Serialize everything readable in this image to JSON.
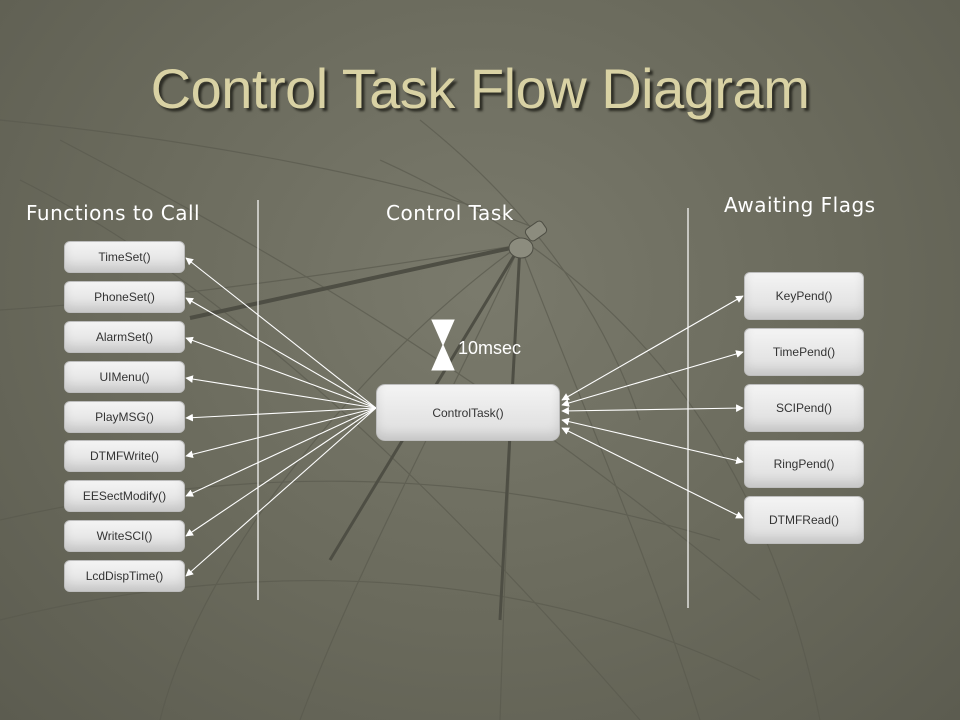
{
  "title": "Control Task Flow Diagram",
  "headings": {
    "functions": "Functions to Call",
    "control": "Control Task",
    "flags": "Awaiting Flags"
  },
  "functions": [
    "TimeSet()",
    "PhoneSet()",
    "AlarmSet()",
    "UIMenu()",
    "PlayMSG()",
    "DTMFWrite()",
    "EESectModify()",
    "WriteSCI()",
    "LcdDispTime()"
  ],
  "flags": [
    "KeyPend()",
    "TimePend()",
    "SCIPend()",
    "RingPend()",
    "DTMFRead()"
  ],
  "control_task": "ControlTask()",
  "timer": "10msec",
  "colors": {
    "title": "#d9d2a4",
    "background": "#6a6a5c",
    "lines": "#ffffff"
  }
}
